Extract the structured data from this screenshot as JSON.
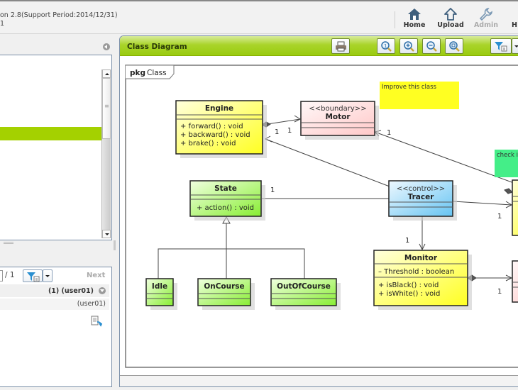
{
  "header": {
    "version_text": "on 2.8(Support Period:2014/12/31)",
    "version_text_line2": "1",
    "nav": [
      {
        "label": "Home",
        "icon": "home-icon",
        "enabled": true
      },
      {
        "label": "Upload",
        "icon": "upload-icon",
        "enabled": true
      },
      {
        "label": "Admin",
        "icon": "wrench-icon",
        "enabled": false
      },
      {
        "label": "H",
        "icon": "help-icon",
        "enabled": true
      }
    ]
  },
  "left_pane": {
    "tree": {
      "selected_index": 5
    },
    "comments": {
      "page_total": "/ 1",
      "next_label": "Next",
      "author_line": "(1) (user01)",
      "row_user": "(user01)"
    }
  },
  "diagram": {
    "panel_title": "Class Diagram",
    "toolbar": [
      {
        "name": "print",
        "icon": "printer-icon"
      },
      {
        "name": "zoom-actual",
        "icon": "zoom-actual-icon"
      },
      {
        "name": "zoom-in",
        "icon": "zoom-in-icon"
      },
      {
        "name": "zoom-out",
        "icon": "zoom-out-icon"
      },
      {
        "name": "zoom-fit",
        "icon": "zoom-fit-icon"
      },
      {
        "name": "filter",
        "icon": "filter-icon"
      }
    ],
    "frame_label_bold": "pkg",
    "frame_label": "Class",
    "classes": [
      {
        "id": "engine",
        "name": "Engine",
        "stereotype": "",
        "attributes": [],
        "operations": [
          "+ forward() : void",
          "+ backward() : void",
          "+ brake() : void"
        ],
        "color": "#ffff33"
      },
      {
        "id": "motor",
        "name": "Motor",
        "stereotype": "<<boundary>>",
        "attributes": [],
        "operations": [],
        "color": "#ffd0d0"
      },
      {
        "id": "state",
        "name": "State",
        "stereotype": "",
        "attributes": [],
        "operations": [
          "+ action() : void"
        ],
        "color": "#99ee44"
      },
      {
        "id": "tracer",
        "name": "Tracer",
        "stereotype": "<<control>>",
        "attributes": [],
        "operations": [],
        "color": "#77ccf5"
      },
      {
        "id": "idle",
        "name": "Idle",
        "stereotype": "",
        "attributes": [],
        "operations": [],
        "color": "#99ee44"
      },
      {
        "id": "oncourse",
        "name": "OnCourse",
        "stereotype": "",
        "attributes": [],
        "operations": [],
        "color": "#99ee44"
      },
      {
        "id": "outofcourse",
        "name": "OutOfCourse",
        "stereotype": "",
        "attributes": [],
        "operations": [],
        "color": "#99ee44"
      },
      {
        "id": "monitor",
        "name": "Monitor",
        "stereotype": "",
        "attributes": [
          "– Threshold : boolean"
        ],
        "operations": [
          "+ isBlack() : void",
          "+ isWhite() : void"
        ],
        "color": "#ffff33"
      }
    ],
    "notes": [
      {
        "text": "Improve this class",
        "color": "#ffff22"
      },
      {
        "text": "check i",
        "color": "#44ee88"
      }
    ],
    "multiplicities": [
      "1",
      "1",
      "1",
      "1",
      "1",
      "1",
      "1"
    ]
  }
}
